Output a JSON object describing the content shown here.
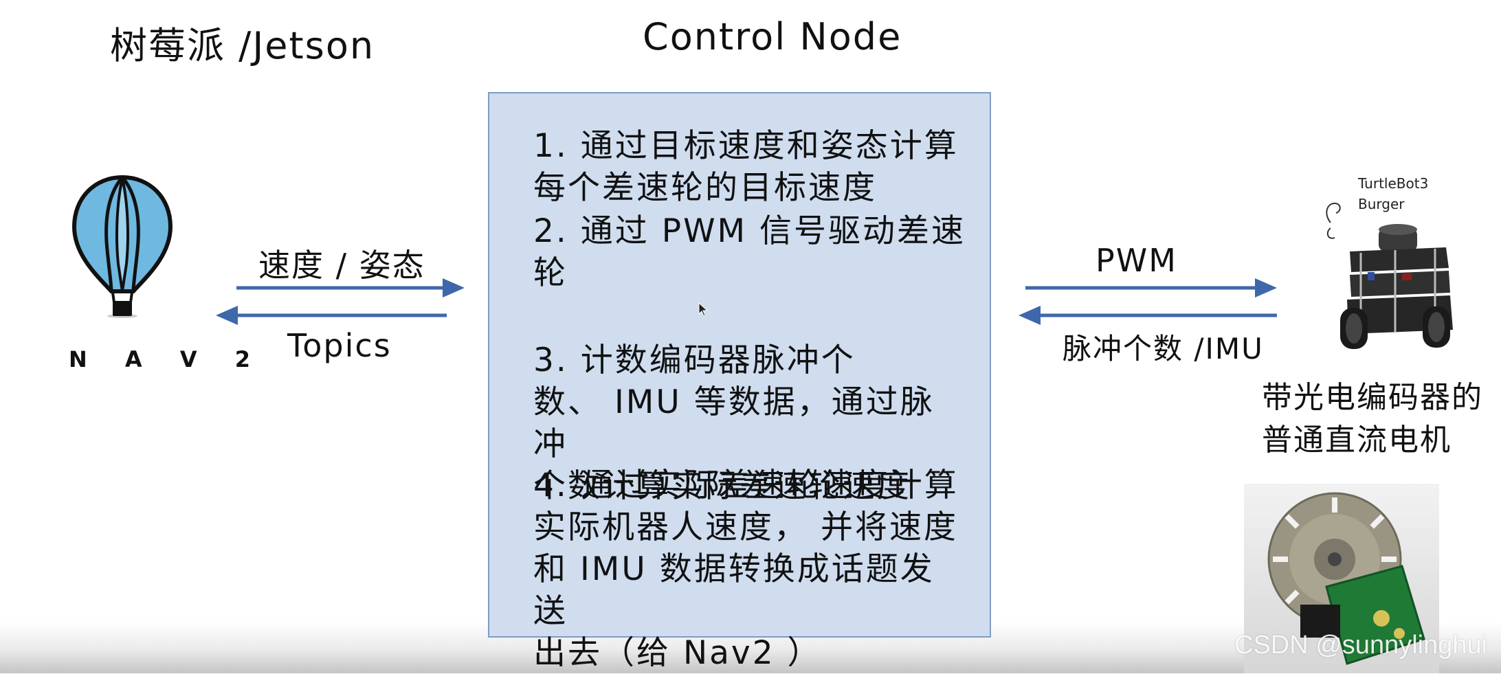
{
  "headers": {
    "left": "树莓派 /Jetson",
    "center": "Control Node"
  },
  "control_node": {
    "steps": [
      "1.  通过目标速度和姿态计算\n每个差速轮的目标速度",
      "2.  通过 PWM 信号驱动差速\n轮",
      "3.  计数编码器脉冲个\n数、 IMU 等数据，通过脉冲\n个数计算实际差速轮速度",
      "4.  通过实际差速轮速度计算\n实际机器人速度， 并将速度\n和 IMU 数据转换成话题发送\n出去（给 Nav2 ）"
    ]
  },
  "left_link": {
    "top_label": "速度 / 姿态",
    "bottom_label": "Topics"
  },
  "right_link": {
    "top_label": "PWM",
    "bottom_label": "脉冲个数 /IMU"
  },
  "nav2": {
    "label": "N A V 2"
  },
  "robot": {
    "note": "TurtleBot3\nBurger"
  },
  "motor": {
    "caption": "带光电编码器的\n普通直流电机"
  },
  "watermark": "CSDN @sunnylinghui",
  "colors": {
    "box_fill": "#cfddef",
    "box_border": "#7f9cc4",
    "arrow": "#3f67ab",
    "balloon_blue": "#6fb8e0"
  }
}
